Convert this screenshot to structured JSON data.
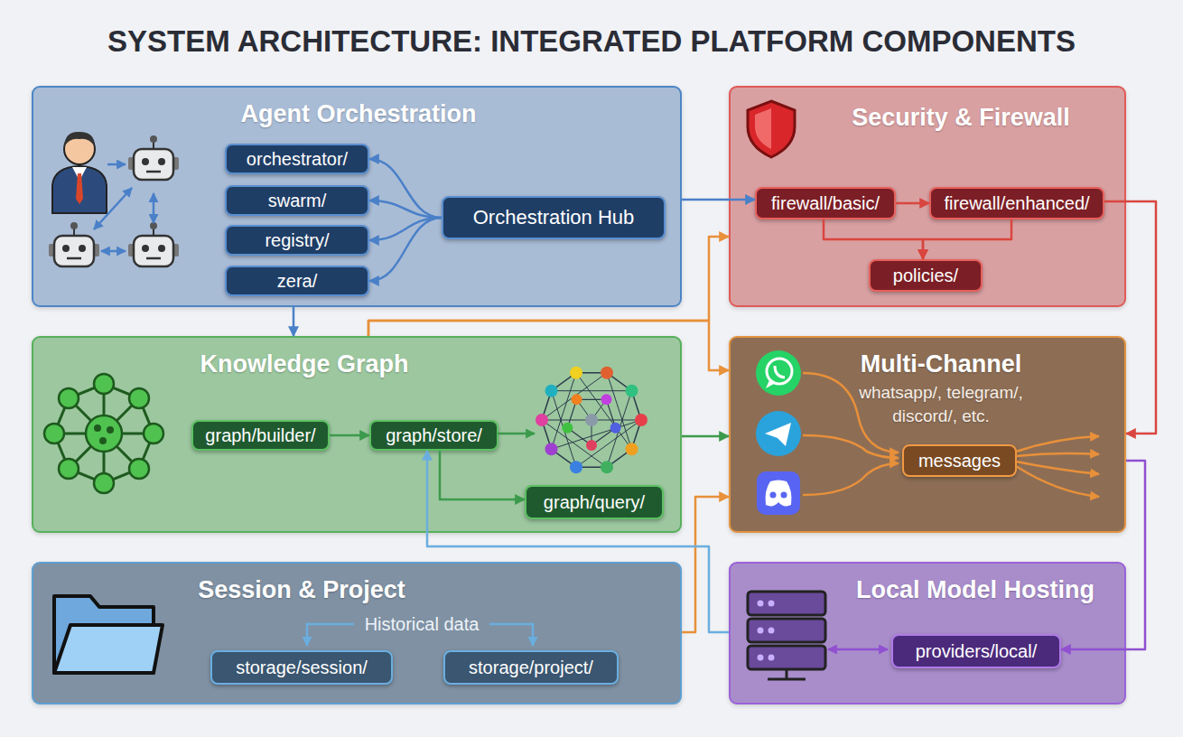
{
  "diagram": {
    "title": "SYSTEM ARCHITECTURE: INTEGRATED PLATFORM COMPONENTS",
    "nodes": [
      {
        "text": [
          "Agent Orchestration"
        ]
      },
      {
        "text": [
          "orchestrator/"
        ],
        "in": 0
      },
      {
        "text": [
          "swarm/"
        ],
        "in": 0
      },
      {
        "text": [
          "registry/"
        ],
        "in": 0
      },
      {
        "text": [
          "zera/"
        ],
        "in": 0
      },
      {
        "text": [
          "Orchestration Hub"
        ],
        "in": 0
      },
      {
        "text": [
          "Security & Firewall"
        ]
      },
      {
        "text": [
          "firewall/basic/"
        ],
        "in": 6
      },
      {
        "text": [
          "firewall/enhanced/"
        ],
        "in": 6
      },
      {
        "text": [
          "policies/"
        ],
        "in": 6
      },
      {
        "text": [
          "Knowledge Graph"
        ]
      },
      {
        "text": [
          "graph/builder/"
        ],
        "in": 10
      },
      {
        "text": [
          "graph/store/"
        ],
        "in": 10
      },
      {
        "text": [
          "graph/query/"
        ],
        "in": 10
      },
      {
        "text": [
          "Multi-Channel",
          "whatsapp/, telegram/, discord/, etc."
        ]
      },
      {
        "text": [
          "messages"
        ],
        "in": 14
      },
      {
        "text": [
          "Session & Project"
        ]
      },
      {
        "text": [
          "storage/session/"
        ],
        "in": 16
      },
      {
        "text": [
          "storage/project/"
        ],
        "in": 16
      },
      {
        "text": [
          "Local Model Hosting"
        ]
      },
      {
        "text": [
          "providers/local/"
        ],
        "in": 19
      }
    ],
    "edges": [
      {
        "from": 5,
        "to": 1,
        "arrow": "to"
      },
      {
        "from": 5,
        "to": 2,
        "arrow": "to"
      },
      {
        "from": 5,
        "to": 3,
        "arrow": "to"
      },
      {
        "from": 5,
        "to": 4,
        "arrow": "to"
      },
      {
        "from": 0,
        "to": 7,
        "arrow": "to"
      },
      {
        "from": 7,
        "to": 8,
        "arrow": "to"
      },
      {
        "from": 7,
        "to": 9,
        "arrow": "to"
      },
      {
        "from": 8,
        "to": 9,
        "arrow": "to"
      },
      {
        "from": 8,
        "to": 14,
        "arrow": "to"
      },
      {
        "from": 0,
        "to": 10,
        "arrow": "to"
      },
      {
        "from": 10,
        "to": 6,
        "arrow": "to"
      },
      {
        "from": 10,
        "to": 14,
        "arrow": "to"
      },
      {
        "from": 10,
        "to": 14,
        "arrow": "to"
      },
      {
        "from": 11,
        "to": 12,
        "arrow": "to"
      },
      {
        "from": 12,
        "to": 13,
        "arrow": "to"
      },
      {
        "from": 16,
        "to": 14,
        "arrow": "to"
      },
      {
        "from": 19,
        "to": 12,
        "arrow": "to"
      },
      {
        "from": 14,
        "to": 20,
        "arrow": "to"
      }
    ],
    "labels": [
      "Historical data"
    ]
  }
}
